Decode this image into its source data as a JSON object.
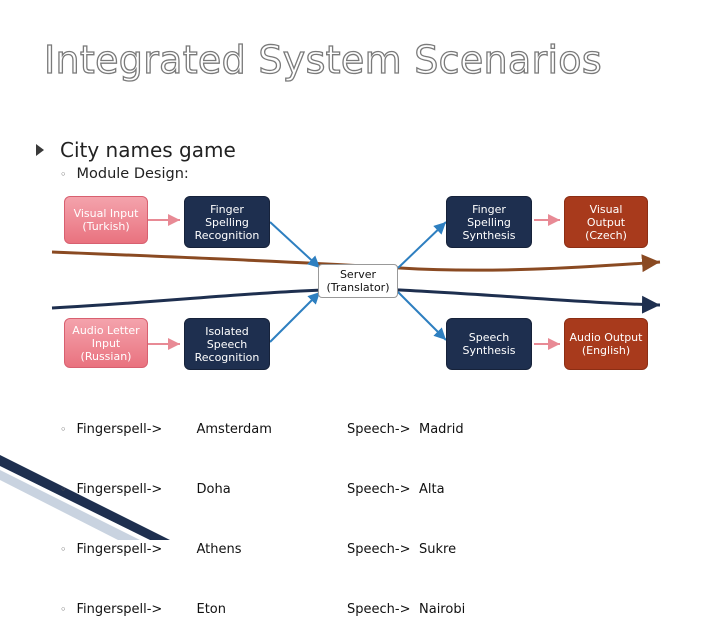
{
  "title": "Integrated System Scenarios",
  "bullet_main": "City names game",
  "bullet_sub": "Module Design:",
  "boxes": {
    "visual_input": "Visual Input (Turkish)",
    "finger_recog": "Finger Spelling Recognition",
    "finger_synth": "Finger Spelling Synthesis",
    "visual_output": "Visual Output (Czech)",
    "server": "Server (Translator)",
    "audio_input": "Audio Letter Input (Russian)",
    "speech_recog": "Isolated Speech Recognition",
    "speech_synth": "Speech Synthesis",
    "audio_output": "Audio Output (English)"
  },
  "examples_left": [
    {
      "from": "Fingerspell->",
      "city": "Amsterdam"
    },
    {
      "from": "Fingerspell->",
      "city": "Doha"
    },
    {
      "from": "Fingerspell->",
      "city": "Athens"
    },
    {
      "from": "Fingerspell->",
      "city": "Eton"
    }
  ],
  "examples_right": [
    {
      "from": "Speech->",
      "city": "Madrid"
    },
    {
      "from": "Speech->",
      "city": "Alta"
    },
    {
      "from": "Speech->",
      "city": "Sukre"
    },
    {
      "from": "Speech->",
      "city": "Nairobi"
    }
  ],
  "colors": {
    "input_box": "#e9727f",
    "module_box": "#1e2f4f",
    "output_box": "#a83a1c",
    "arrow_blue": "#2e7fc0",
    "arrow_pink": "#e88a95",
    "curve_brown": "#8a4a22",
    "curve_navy": "#1e2f4f"
  }
}
